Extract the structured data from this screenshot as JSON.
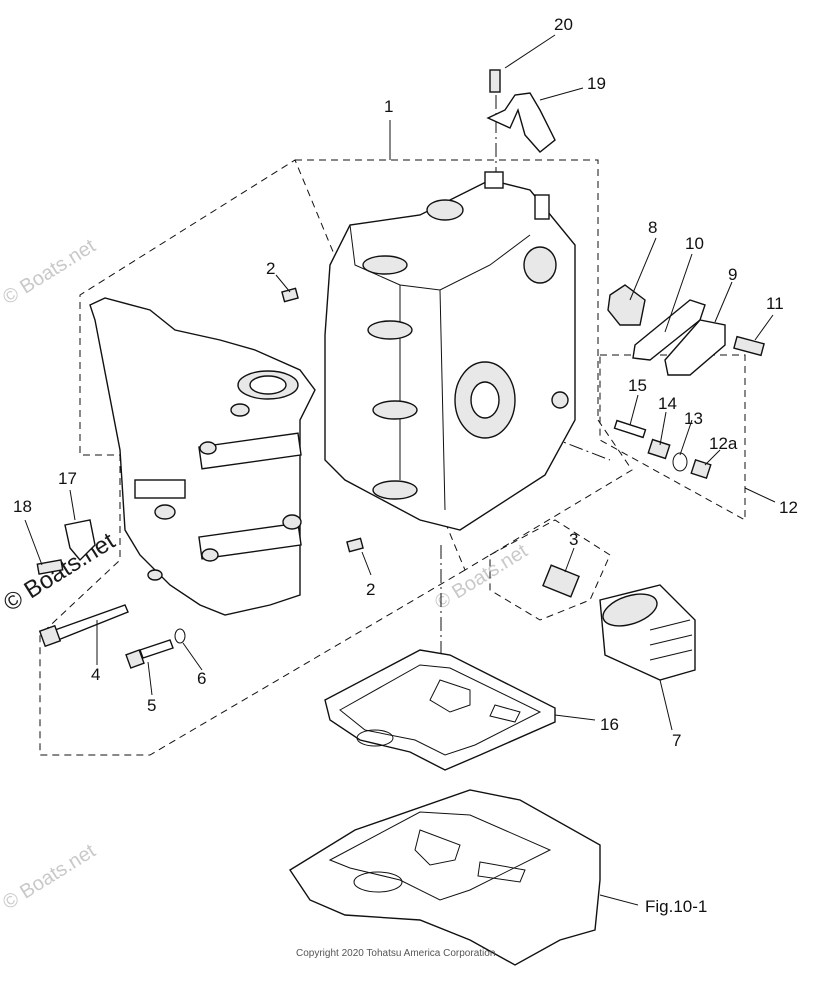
{
  "callouts": {
    "c1": "1",
    "c2a": "2",
    "c2b": "2",
    "c3": "3",
    "c4": "4",
    "c5": "5",
    "c6": "6",
    "c7": "7",
    "c8": "8",
    "c9": "9",
    "c10": "10",
    "c11": "11",
    "c12": "12",
    "c12a": "12a",
    "c13": "13",
    "c14": "14",
    "c15": "15",
    "c16": "16",
    "c17": "17",
    "c18": "18",
    "c19": "19",
    "c20": "20"
  },
  "figure_reference": "Fig.10-1",
  "watermark": {
    "text": "© Boats.net",
    "bold_text": "© Boats.net",
    "color": "#c9c9c9"
  },
  "copyright": "Copyright 2020 Tohatsu America Corporation"
}
